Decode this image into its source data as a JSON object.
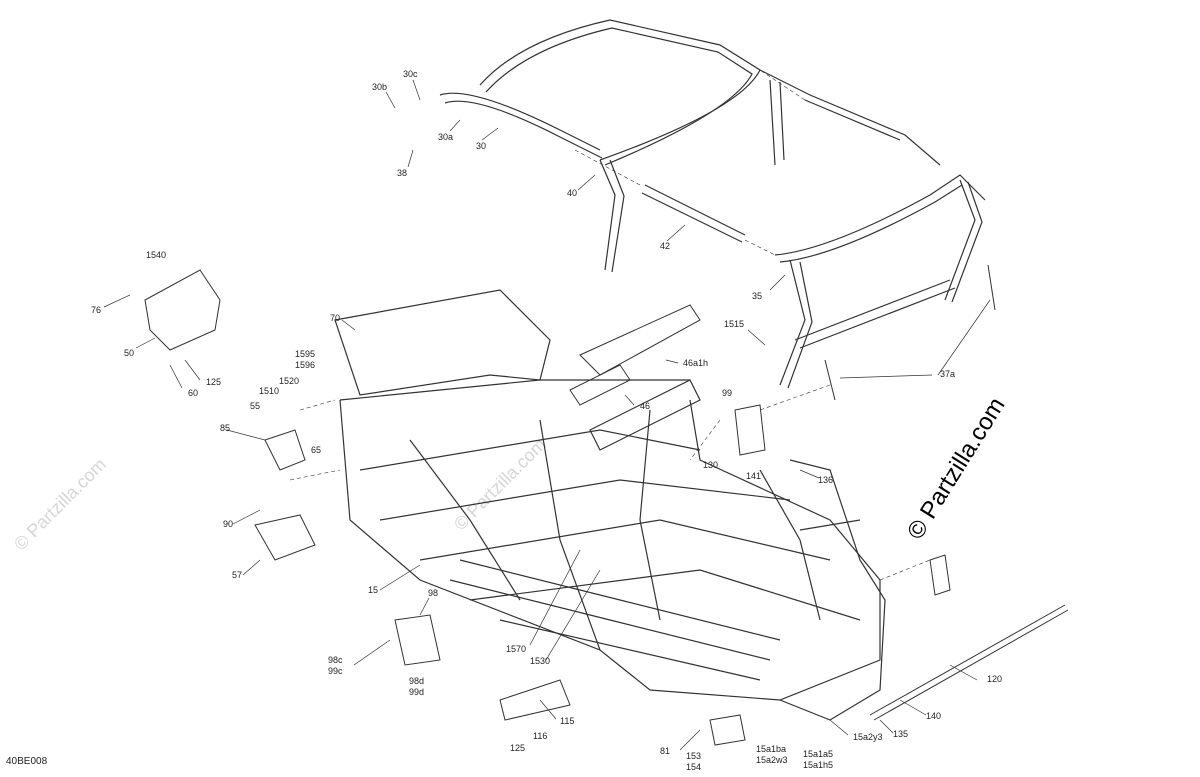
{
  "diagram_code": "40BE008",
  "watermark": "© Partzilla.com",
  "brand_watermark": "© Partzilla.com",
  "callouts": {
    "c30b": "30b",
    "c30c": "30c",
    "c30a": "30a",
    "c30": "30",
    "c38": "38",
    "c40": "40",
    "c42": "42",
    "c35": "35",
    "c1515": "1515",
    "c37a": "37a",
    "c1540": "1540",
    "c76": "76",
    "c50": "50",
    "c125a": "125",
    "c60": "60",
    "c70": "70",
    "c1595": "1595",
    "c1596": "1596",
    "c1510": "1510",
    "c1520": "1520",
    "c55": "55",
    "c85": "85",
    "c65": "65",
    "c46a1h": "46a1h",
    "c46": "46",
    "c99": "99",
    "c130": "130",
    "c141": "141",
    "c136": "136",
    "c90": "90",
    "c57": "57",
    "c15": "15",
    "c98": "98",
    "c98c": "98c",
    "c99c": "99c",
    "c98d": "98d",
    "c99d": "99d",
    "c1570": "1570",
    "c1530": "1530",
    "c115": "115",
    "c116": "116",
    "c125b": "125",
    "c81": "81",
    "c153": "153",
    "c154": "154",
    "c15a1ba": "15a1ba",
    "c15a2w3": "15a2w3",
    "c15a1a5": "15a1a5",
    "c15a1h5": "15a1h5",
    "c15a2y3": "15a2y3",
    "c135": "135",
    "c140": "140",
    "c120": "120"
  }
}
